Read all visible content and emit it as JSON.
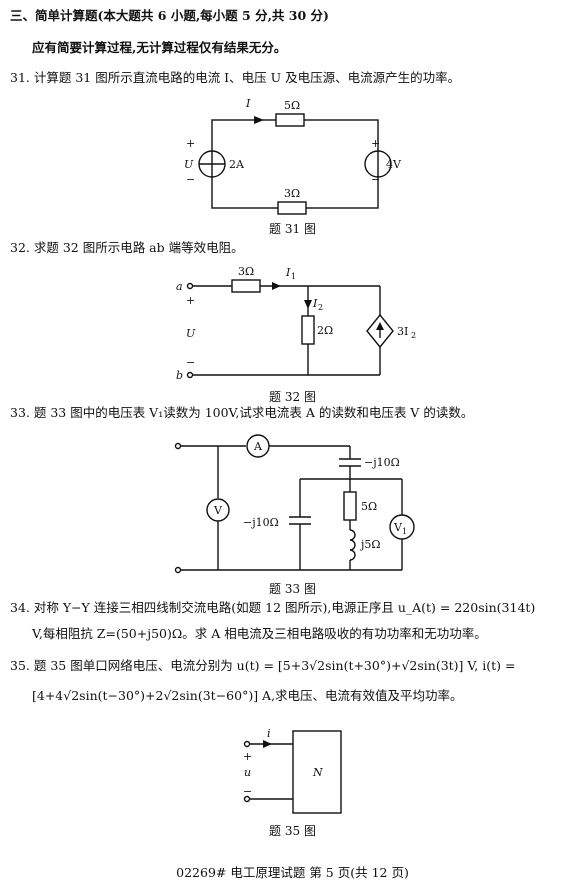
{
  "section": {
    "title": "三、简单计算题(本大题共 6 小题,每小题 5 分,共 30 分)",
    "note": "应有简要计算过程,无计算过程仅有结果无分。"
  },
  "q31": {
    "text": "31. 计算题 31 图所示直流电路的电流 I、电压 U 及电压源、电流源产生的功率。",
    "caption": "题 31 图",
    "labels": {
      "I": "I",
      "R_top": "5Ω",
      "R_bot": "3Ω",
      "U": "U",
      "plus": "+",
      "minus": "−",
      "source_I": "2A",
      "source_V": "4V"
    }
  },
  "q32": {
    "text": "32. 求题 32 图所示电路 ab 端等效电阻。",
    "caption": "题 32 图",
    "labels": {
      "a": "a",
      "b": "b",
      "R1": "3Ω",
      "I1": "I",
      "I1_sub": "1",
      "I2": "I",
      "I2_sub": "2",
      "R2": "2Ω",
      "U": "U",
      "plus": "+",
      "minus": "−",
      "ccs": "3I",
      "ccs_sub": "2"
    }
  },
  "q33": {
    "text": "33. 题 33 图中的电压表 V₁读数为 100V,试求电流表 A 的读数和电压表 V 的读数。",
    "caption": "题 33 图",
    "labels": {
      "A": "A",
      "V": "V",
      "V1": "V",
      "V1_sub": "1",
      "C_top": "−j10Ω",
      "C_left": "−j10Ω",
      "R": "5Ω",
      "L": "j5Ω"
    }
  },
  "q34": {
    "line1": "34. 对称 Y−Y 连接三相四线制交流电路(如题 12 图所示),电源正序且 u_A(t) = 220sin(314t)",
    "line2": "V,每相阻抗 Z=(50+j50)Ω。求 A 相电流及三相电路吸收的有功功率和无功功率。"
  },
  "q35": {
    "line1": "35. 题 35 图单口网络电压、电流分别为 u(t) = [5+3√2sin(t+30°)+√2sin(3t)] V, i(t) =",
    "line2": "[4+4√2sin(t−30°)+2√2sin(3t−60°)] A,求电压、电流有效值及平均功率。",
    "caption": "题 35 图",
    "labels": {
      "i": "i",
      "plus": "+",
      "u": "u",
      "minus": "−",
      "N": "N"
    }
  },
  "footer": "02269# 电工原理试题 第 5 页(共 12 页)"
}
